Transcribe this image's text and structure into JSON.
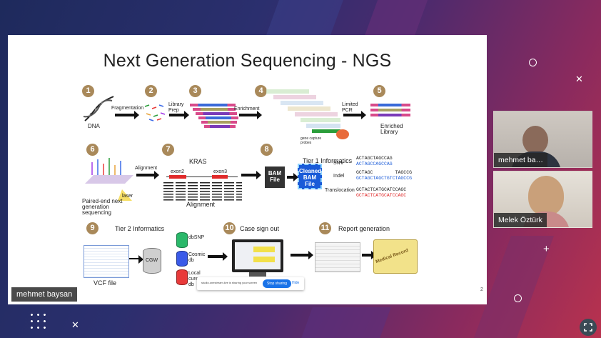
{
  "slide": {
    "title": "Next Generation Sequencing - NGS",
    "page_number": "2",
    "steps": [
      "1",
      "2",
      "3",
      "4",
      "5",
      "6",
      "7",
      "8",
      "9",
      "10",
      "11"
    ],
    "labels": {
      "dna": "DNA",
      "fragmentation": "Fragmentation",
      "library_prep": "Library Prep",
      "enrichment": "Enrichment",
      "limited_pcr": "Limited PCR",
      "enriched_library": "Enriched Library",
      "gene_capture": "gene capture probes",
      "paired_end": "Paired-end next generation sequencing",
      "laser": "laser",
      "alignment_arrow": "Alignment",
      "kras": "KRAS",
      "exon2": "exon2",
      "exon3": "exon3",
      "alignment": "Alignment",
      "tier1": "Tier 1 Informatics",
      "bam_file": "BAM File",
      "cleaned_bam": "Cleaned BAM File",
      "snv": "SNV",
      "indel": "Indel",
      "translocation": "Translocation",
      "tier2": "Tier 2 Informatics",
      "vcf_file": "VCF file",
      "cgw": "CGW",
      "dbsnp": "dbSNP",
      "cosmic": "Cosmic db",
      "local_db": "Local cure db",
      "case_sign_out": "Case sign out",
      "report_generation": "Report generation",
      "medical_record": "Medical Record"
    },
    "sequences": {
      "snv_ref": "ACTAGCTAGCCAG",
      "snv_alt": "ACTAGCCAGCCAG",
      "indel_ref": "GCTAGC        TAGCCG",
      "indel_alt": "GCTAGCTAGCTGTCTAGCCG",
      "trans_ref": "GCTACTCATGCATCCAGC",
      "trans_alt": "GCTACTCATGCATCCAGC"
    },
    "screen_share": {
      "message": "studio.onestream.live is sharing your screen",
      "stop_label": "Stop sharing",
      "hide_label": "Hide"
    }
  },
  "presenter_tag": "mehmet baysan",
  "participants": [
    {
      "name": "mehmet ba…"
    },
    {
      "name": "Melek Öztürk"
    }
  ],
  "colors": {
    "accent": "#b8324e",
    "step_badge": "#a9895a",
    "cleaned_bam": "#1a5bd8",
    "stop_sharing": "#1a73e8"
  }
}
